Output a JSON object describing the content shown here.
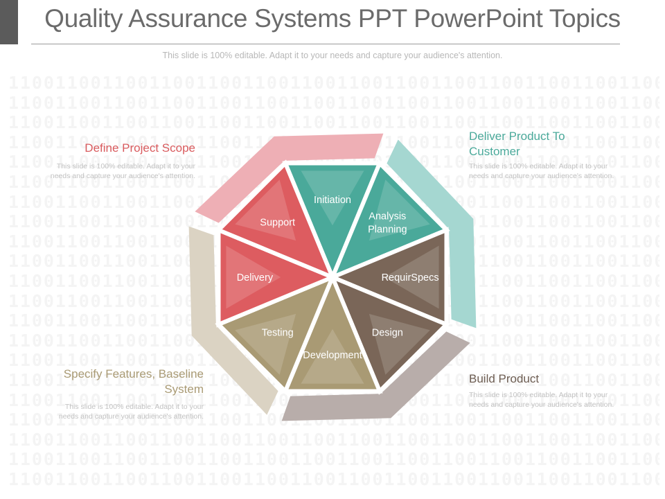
{
  "header": {
    "title": "Quality Assurance Systems PPT PowerPoint Topics",
    "subtitle": "This slide is 100% editable. Adapt it to your needs and capture your audience's attention."
  },
  "background_pattern": "11001100110011001100110011001100110011001100110011001100",
  "colors": {
    "red": "#dd5c60",
    "teal": "#4aa99a",
    "brown": "#7a6658",
    "tan": "#a99a74",
    "ring_red": "#eeafb5",
    "ring_teal": "#a5d7d1",
    "ring_gray": "#b8adaa",
    "ring_tan": "#dbd3c3"
  },
  "segments": [
    {
      "label": "Initiation",
      "color": "teal"
    },
    {
      "label": "Analysis\nPlanning",
      "color": "teal"
    },
    {
      "label": "RequirSpecs",
      "color": "brown"
    },
    {
      "label": "Design",
      "color": "brown"
    },
    {
      "label": "Development",
      "color": "tan"
    },
    {
      "label": "Testing",
      "color": "tan"
    },
    {
      "label": "Delivery",
      "color": "red"
    },
    {
      "label": "Support",
      "color": "red"
    }
  ],
  "callouts": [
    {
      "title": "Define Project Scope",
      "text": "This slide is 100% editable. Adapt it to your needs and capture your audience's attention.",
      "color": "#d95b5e"
    },
    {
      "title": "Deliver Product To Customer",
      "text": "This slide is 100% editable. Adapt it to your needs and capture your audience's attention.",
      "color": "#4aa99a"
    },
    {
      "title": "Specify Features, Baseline System",
      "text": "This slide is 100% editable. Adapt it to your needs and capture your audience's attention.",
      "color": "#a99a74"
    },
    {
      "title": "Build Product",
      "text": "This slide is 100% editable. Adapt it to your needs and capture your audience's attention.",
      "color": "#6d5d52"
    }
  ]
}
